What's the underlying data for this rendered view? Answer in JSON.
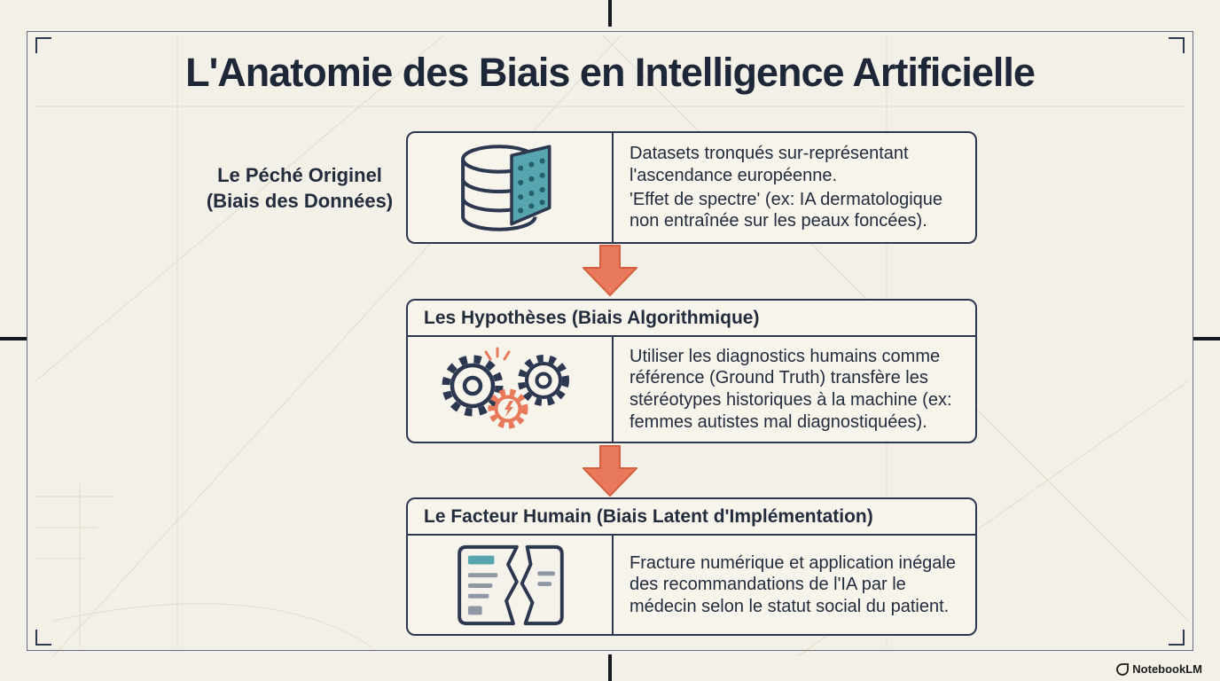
{
  "page": {
    "title": "L'Anatomie des Biais en Intelligence Artificielle"
  },
  "flow": {
    "steps": [
      {
        "side_label_line1": "Le Péché Originel",
        "side_label_line2": "(Biais des Données)",
        "icon": "database-icon",
        "text": [
          "Datasets tronqués sur-représentant l'ascendance européenne.",
          "'Effet de spectre' (ex: IA dermatologique non entraînée sur les peaux foncées)."
        ]
      },
      {
        "header": "Les Hypothèses (Biais Algorithmique)",
        "icon": "gears-icon",
        "text": [
          "Utiliser les diagnostics humains comme référence (Ground Truth) transfère les stéréotypes historiques à la machine (ex: femmes autistes mal diagnostiquées)."
        ]
      },
      {
        "header": "Le Facteur Humain (Biais Latent d'Implémentation)",
        "icon": "broken-tablet-icon",
        "text": [
          "Fracture numérique et application inégale des recommandations de l'IA par le médecin selon le statut social du patient."
        ]
      }
    ]
  },
  "footer": {
    "brand": "NotebookLM"
  },
  "colors": {
    "accent": "#e8795a",
    "navy": "#2c3750",
    "teal": "#57a5ae",
    "background": "#f3f0e7"
  }
}
